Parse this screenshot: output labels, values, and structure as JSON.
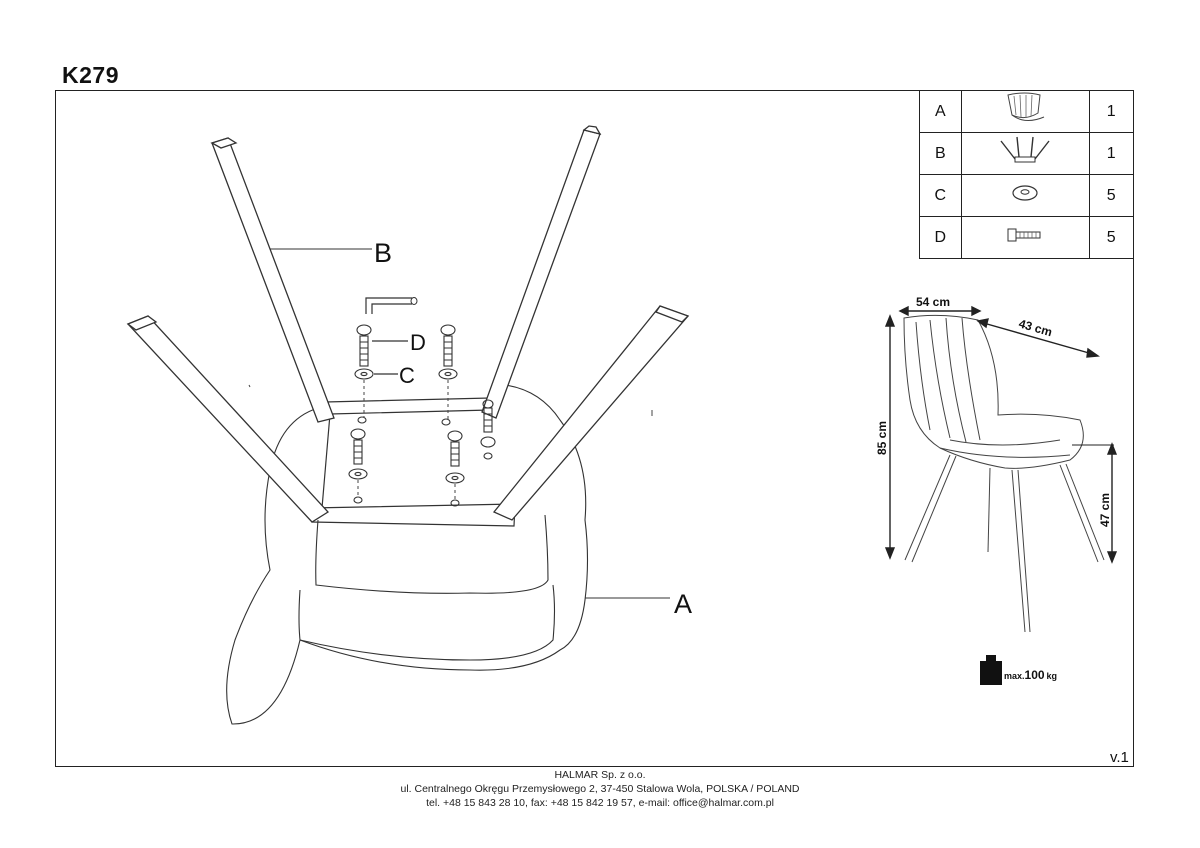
{
  "model_code": "K279",
  "version": "v.1",
  "parts": [
    {
      "letter": "A",
      "icon": "seat-icon",
      "qty": "1"
    },
    {
      "letter": "B",
      "icon": "leg-frame-icon",
      "qty": "1"
    },
    {
      "letter": "C",
      "icon": "washer-icon",
      "qty": "5"
    },
    {
      "letter": "D",
      "icon": "bolt-icon",
      "qty": "5"
    }
  ],
  "callouts": {
    "a": "A",
    "b": "B",
    "c": "C",
    "d": "D"
  },
  "dimensions": {
    "width": "54 cm",
    "depth": "43 cm",
    "height": "85 cm",
    "seat_height": "47 cm"
  },
  "max_load": {
    "prefix": "max.",
    "value": "100",
    "unit": "kg"
  },
  "footer": {
    "company": "HALMAR Sp. z o.o.",
    "address": "ul. Centralnego Okręgu Przemysłowego 2, 37-450 Stalowa Wola, POLSKA / POLAND",
    "contact": "tel. +48 15 843 28 10, fax: +48 15 842 19 57, e-mail: office@halmar.com.pl"
  }
}
